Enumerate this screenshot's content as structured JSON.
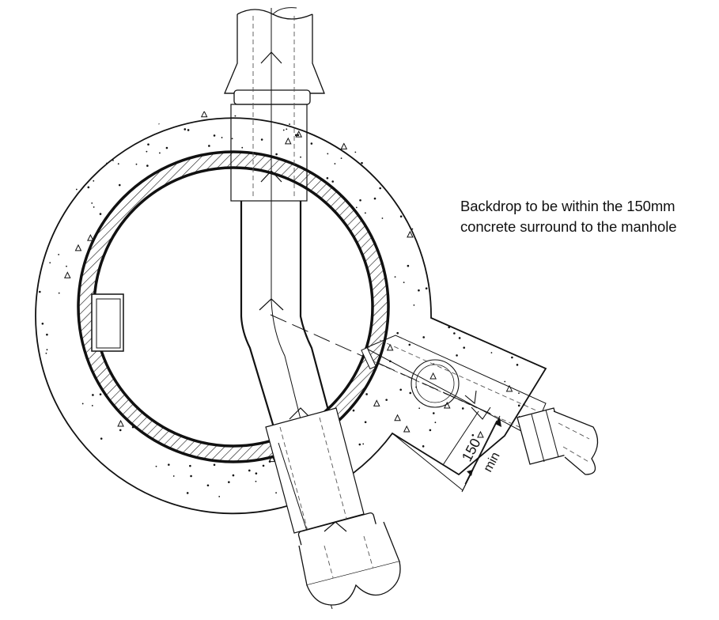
{
  "annotation": {
    "line1": "Backdrop to be within the 150mm",
    "line2": "concrete surround to the manhole"
  },
  "dimension": {
    "value": "150",
    "qualifier": "min"
  }
}
